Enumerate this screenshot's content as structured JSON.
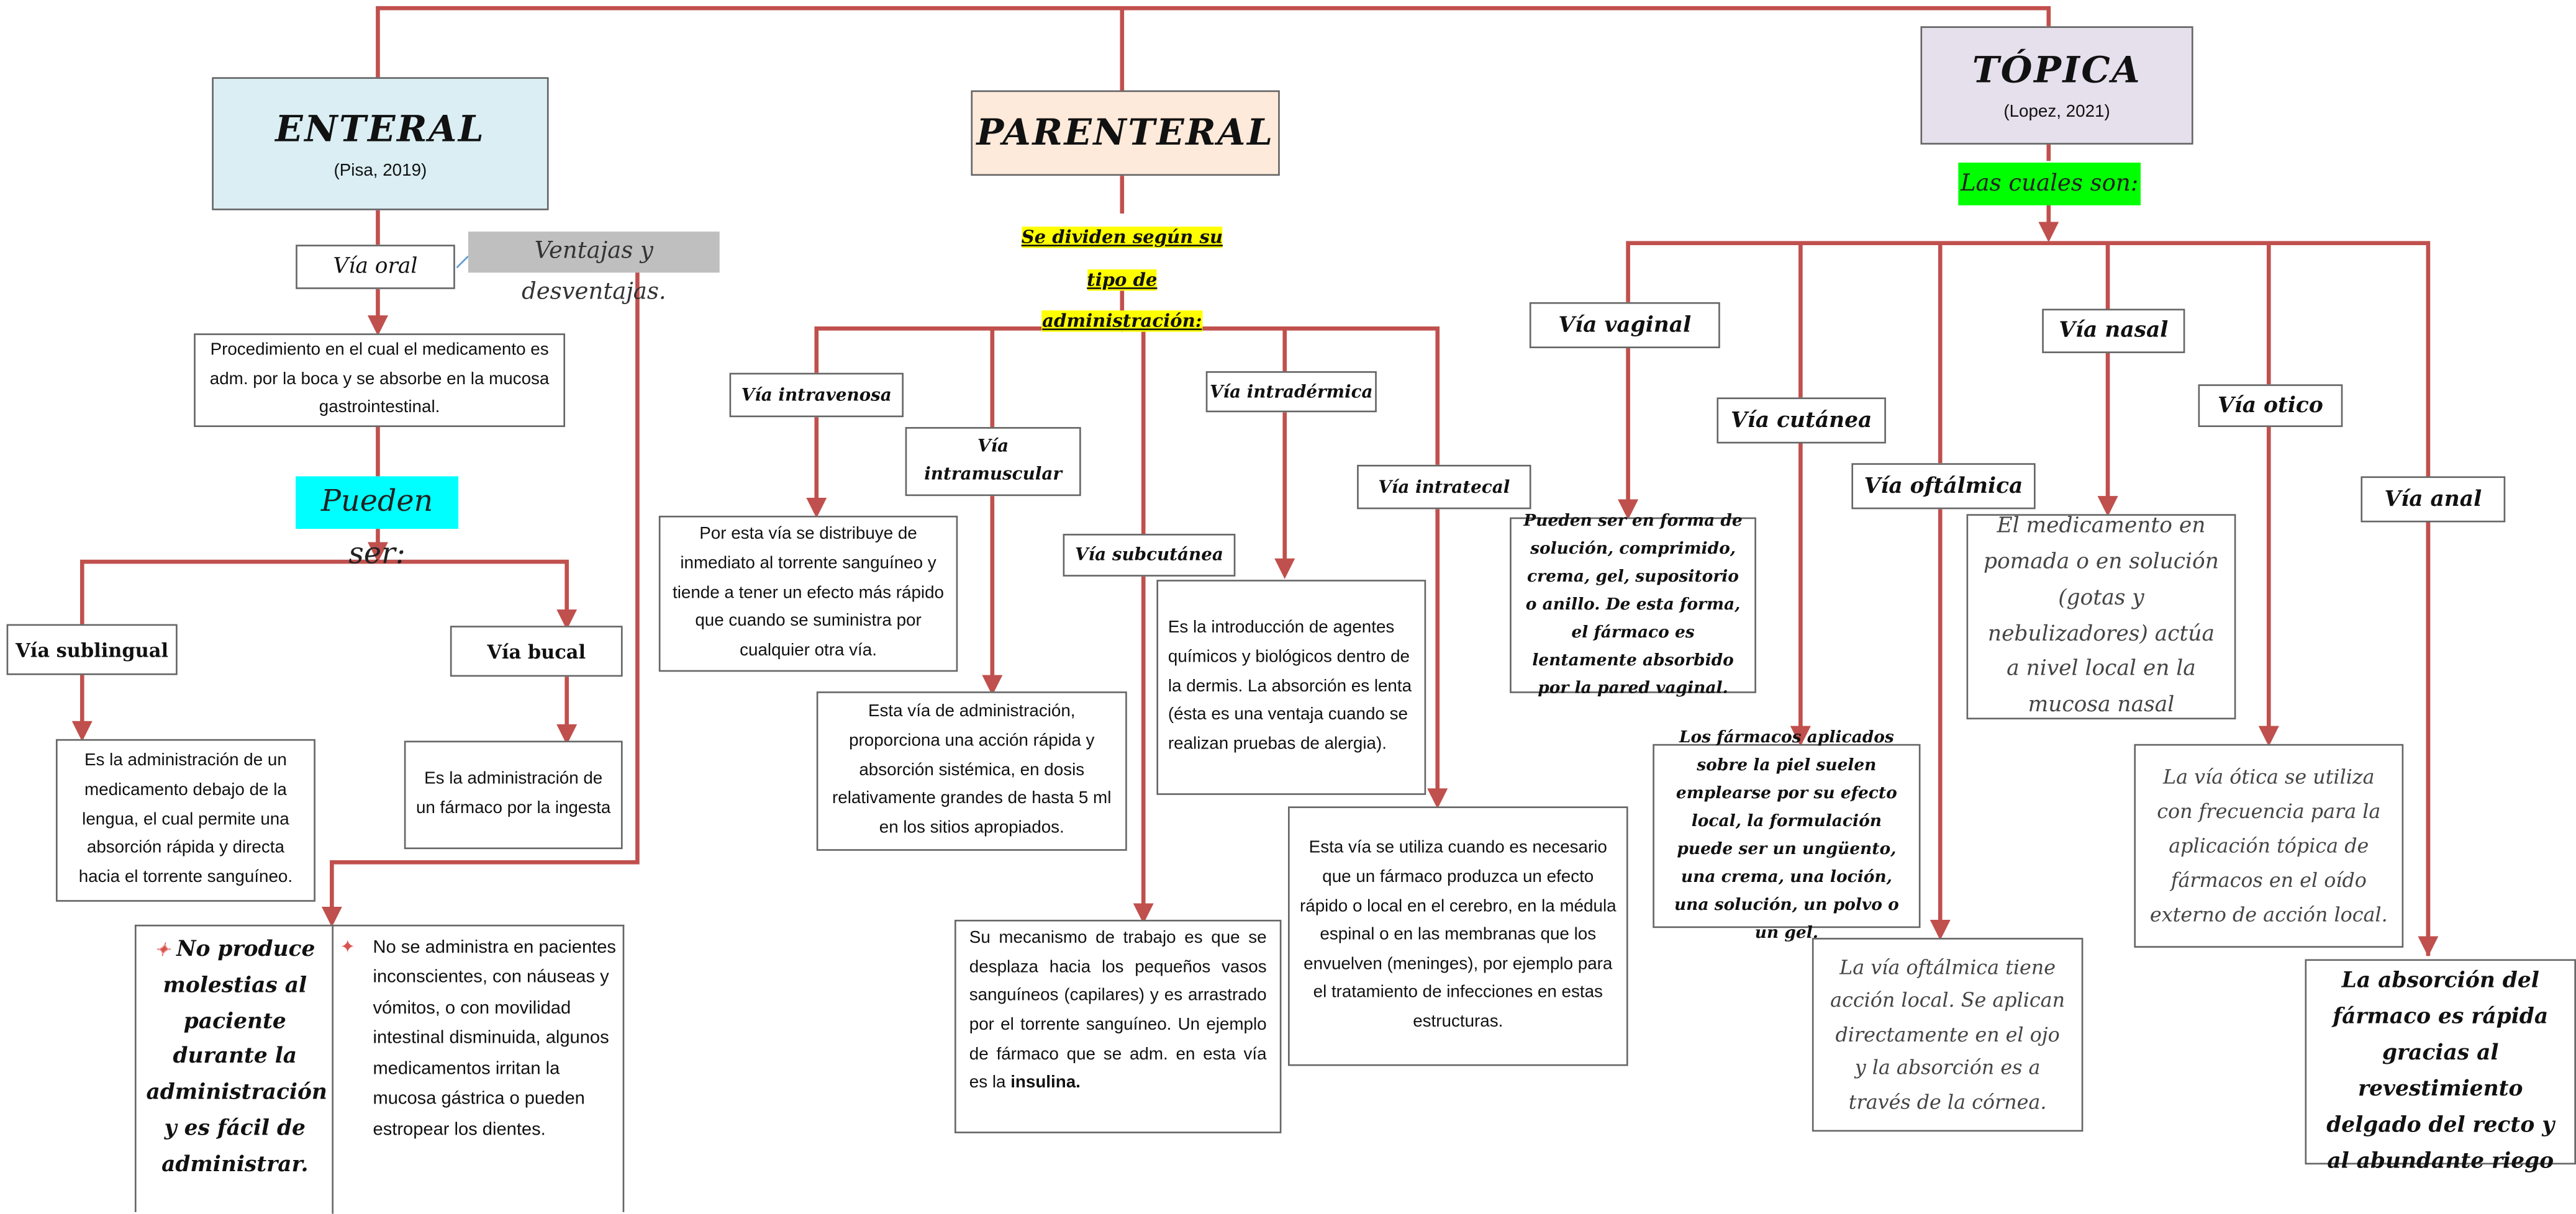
{
  "enteral": {
    "title": "ENTERAL",
    "citation": "(Pisa, 2019)",
    "via_oral": "Vía oral",
    "ventajas_label": "Ventajas y desventajas.",
    "oral_def": "Procedimiento en el cual el medicamento es adm. por la boca y se absorbe en la mucosa gastrointestinal.",
    "pueden_ser": "Pueden ser:",
    "sublingual": "Vía sublingual",
    "sublingual_def": "Es la administración de un medicamento debajo de la lengua, el cual permite una absorción rápida y directa hacia el torrente sanguíneo.",
    "bucal": "Vía bucal",
    "bucal_def": "Es la administración de un fármaco por la ingesta",
    "ventaja": "No produce molestias al paciente durante la administración y es fácil de administrar.",
    "desventaja": "No se administra en pacientes inconscientes, con náuseas y vómitos, o con movilidad intestinal disminuida, algunos medicamentos irritan la mucosa gástrica o pueden estropear los dientes."
  },
  "parenteral": {
    "title": "PARENTERAL",
    "se_dividen": "Se dividen según su tipo de administración:",
    "intravenosa": "Vía intravenosa",
    "intravenosa_def": "Por esta vía se distribuye de inmediato al torrente sanguíneo y tiende a tener un efecto más rápido que cuando se suministra por cualquier otra vía.",
    "intramuscular": "Vía intramuscular",
    "intramuscular_def": "Esta vía de administración, proporciona una acción rápida y absorción sistémica, en dosis relativamente grandes de hasta 5 ml en los sitios apropiados.",
    "subcutanea": "Vía subcutánea",
    "subcutanea_def": "Su mecanismo de trabajo es que se desplaza hacia los pequeños vasos sanguíneos (capilares) y es arrastrado por el torrente sanguíneo. Un ejemplo de fármaco que se adm. en esta vía es la",
    "subcutanea_bold": "insulina.",
    "intradermica": "Vía intradérmica",
    "intradermica_def": "Es la introducción de agentes químicos y biológicos dentro de la dermis. La absorción es lenta (ésta es una ventaja cuando se realizan pruebas de alergia).",
    "intratecal": "Vía intratecal",
    "intratecal_def": "Esta vía se utiliza cuando es necesario que un fármaco produzca un efecto rápido o local en el cerebro, en la médula espinal o en las membranas que los envuelven (meninges), por ejemplo para el tratamiento de infecciones en estas estructuras."
  },
  "topica": {
    "title": "TÓPICA",
    "citation": "(Lopez, 2021)",
    "las_cuales": "Las cuales son:",
    "vaginal": "Vía vaginal",
    "vaginal_def": "Pueden ser en forma de solución, comprimido, crema, gel, supositorio o anillo. De esta forma, el fármaco es lentamente absorbido por la pared vaginal.",
    "cutanea": "Vía cutánea",
    "cutanea_def": "Los fármacos aplicados sobre la piel suelen emplearse por su efecto local, la formulación puede ser un ungüento, una crema, una loción, una solución, un polvo o un gel.",
    "oftalmica": "Vía oftálmica",
    "oftalmica_def": "La vía oftálmica tiene acción local. Se aplican directamente en el ojo y la absorción es a través de la córnea.",
    "nasal": "Vía nasal",
    "nasal_def": "El medicamento en pomada o en solución (gotas y nebulizadores) actúa a nivel local en la mucosa nasal",
    "otico": "Vía otico",
    "otico_def": "La vía ótica se utiliza con frecuencia para la aplicación tópica de fármacos en el oído externo de acción local.",
    "anal": "Vía anal",
    "anal_def": "La absorción del fármaco es rápida gracias al revestimiento delgado del recto y al abundante riego"
  },
  "colors": {
    "connector": "#c0504d",
    "enteral_fill": "#daeef3",
    "parenteral_fill": "#fdeada",
    "topica_fill": "#e5e0ec",
    "cyan_highlight": "#00ffff",
    "yellow_highlight": "#ffff00",
    "green_highlight": "#00ff00",
    "gray_highlight": "#bfbfbf"
  }
}
